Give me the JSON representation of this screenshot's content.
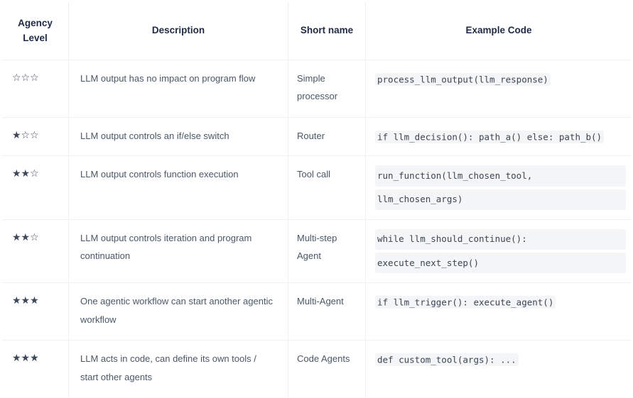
{
  "table": {
    "name": "agency-levels-table",
    "columns": [
      {
        "key": "level",
        "label": "Agency Level"
      },
      {
        "key": "description",
        "label": "Description"
      },
      {
        "key": "short_name",
        "label": "Short name"
      },
      {
        "key": "example_code",
        "label": "Example Code"
      }
    ],
    "rows": [
      {
        "stars": "☆☆☆",
        "stars_filled": 0,
        "stars_total": 3,
        "description": "LLM output has no impact on program flow",
        "short_name": "Simple processor",
        "code_lines": [
          "process_llm_output(llm_response)"
        ]
      },
      {
        "stars": "★☆☆",
        "stars_filled": 1,
        "stars_total": 3,
        "description": "LLM output controls an if/else switch",
        "short_name": "Router",
        "code_lines": [
          "if llm_decision(): path_a() else: path_b()"
        ]
      },
      {
        "stars": "★★☆",
        "stars_filled": 2,
        "stars_total": 3,
        "description": "LLM output controls function execution",
        "short_name": "Tool call",
        "code_lines": [
          "run_function(llm_chosen_tool,",
          "llm_chosen_args)"
        ]
      },
      {
        "stars": "★★☆",
        "stars_filled": 2,
        "stars_total": 3,
        "description": "LLM output controls iteration and program continuation",
        "short_name": "Multi-step Agent",
        "code_lines": [
          "while llm_should_continue():",
          "execute_next_step()"
        ]
      },
      {
        "stars": "★★★",
        "stars_filled": 3,
        "stars_total": 3,
        "description": "One agentic workflow can start another agentic workflow",
        "short_name": "Multi-Agent",
        "code_lines": [
          "if llm_trigger(): execute_agent()"
        ]
      },
      {
        "stars": "★★★",
        "stars_filled": 3,
        "stars_total": 3,
        "description": "LLM acts in code, can define its own tools / start other agents",
        "short_name": "Code Agents",
        "code_lines": [
          "def custom_tool(args): ..."
        ]
      }
    ]
  },
  "colors": {
    "header_text": "#1f2a44",
    "body_text": "#4b5768",
    "code_text": "#3b4554",
    "code_background": "#f4f5f7",
    "border": "#eff1f3",
    "page_background": "#ffffff"
  }
}
